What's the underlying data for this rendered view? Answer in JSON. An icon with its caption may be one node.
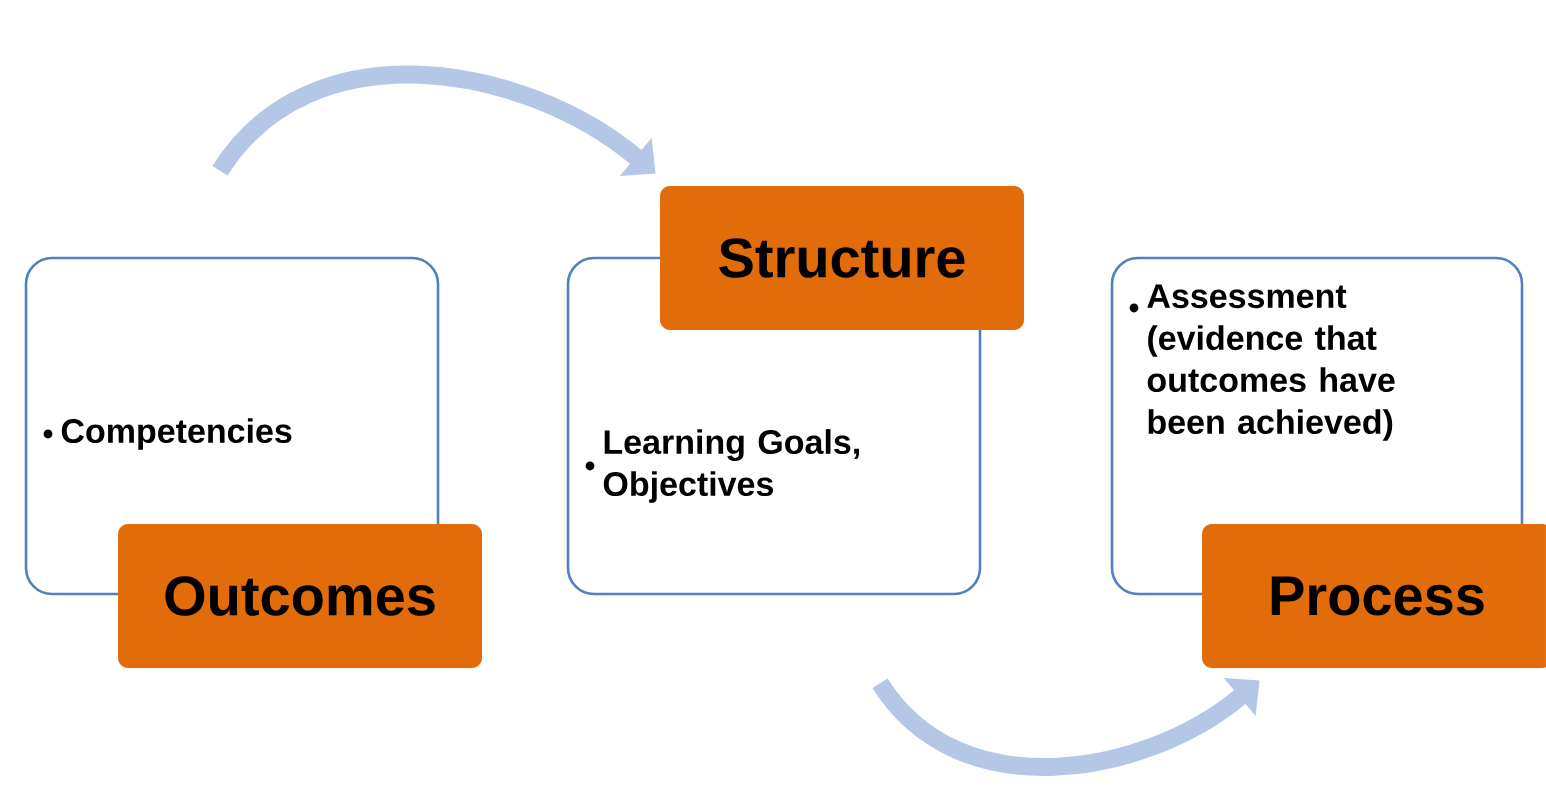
{
  "diagram": {
    "nodes": [
      {
        "text": [
          "Competencies"
        ]
      },
      {
        "text": [
          "Outcomes"
        ]
      },
      {
        "text": [
          "Structure"
        ]
      },
      {
        "text": [
          "Learning Goals, Objectives"
        ]
      },
      {
        "text": [
          "Assessment (evidence that outcomes have been achieved)"
        ]
      },
      {
        "text": [
          "Process"
        ]
      }
    ],
    "edges": [
      {
        "from": 0,
        "to": 2,
        "arrow": "to"
      },
      {
        "from": 3,
        "to": 5,
        "arrow": "to"
      }
    ]
  }
}
